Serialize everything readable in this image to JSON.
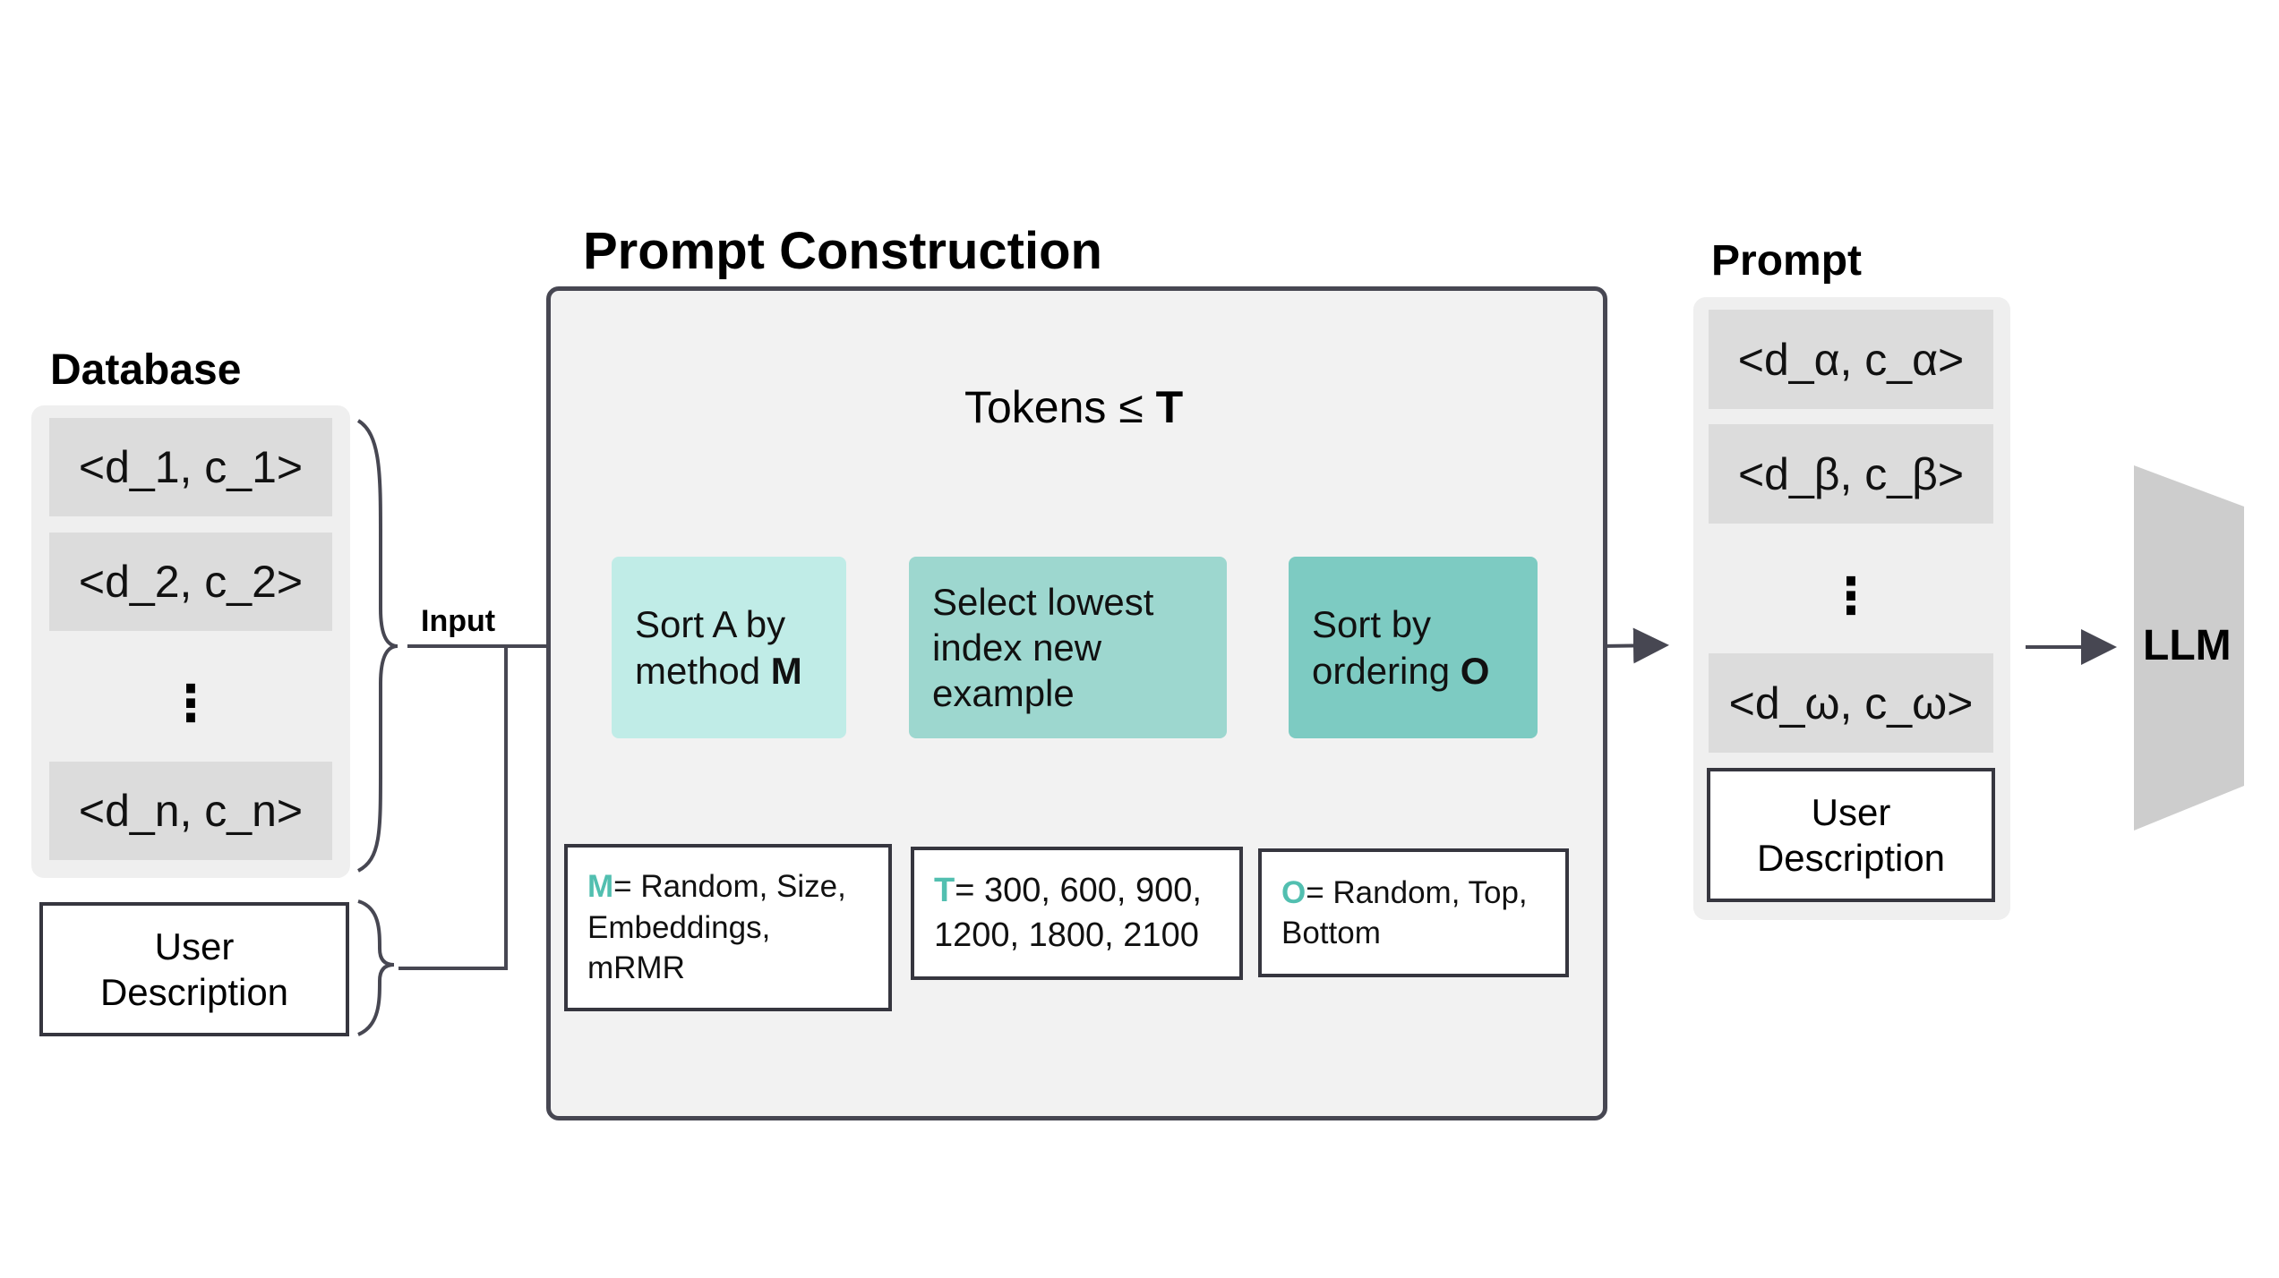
{
  "colors": {
    "sort_a": "#c0ece7",
    "select": "#9dd7cf",
    "sort_o": "#7dcbc2",
    "accent": "#52bfb0",
    "stroke": "#474752"
  },
  "database": {
    "title": "Database",
    "entries": [
      "<d_1, c_1>",
      "<d_2, c_2>",
      "<d_n, c_n>"
    ],
    "ellipsis": "⋮",
    "user_description": [
      "User",
      "Description"
    ]
  },
  "input_label": "Input",
  "prompt_construction": {
    "title": "Prompt Construction",
    "loop_label": "Tokens ≤ ",
    "loop_symbol": "T",
    "steps": [
      {
        "lines": [
          "Sort A by",
          "method "
        ],
        "symbol": "M"
      },
      {
        "lines": [
          "Select lowest",
          "index new",
          "example"
        ]
      },
      {
        "lines": [
          "Sort by",
          "ordering "
        ],
        "symbol": "O"
      }
    ],
    "params": [
      {
        "symbol": "M",
        "lines": [
          "= Random, Size,",
          "Embeddings,",
          "mRMR"
        ]
      },
      {
        "symbol": "T",
        "lines": [
          "= 300, 600, 900,",
          "1200, 1800, 2100"
        ]
      },
      {
        "symbol": "O",
        "lines": [
          "= Random, Top,",
          "Bottom"
        ]
      }
    ]
  },
  "prompt": {
    "title": "Prompt",
    "entries": [
      "<d_α, c_α>",
      "<d_β, c_β>",
      "<d_ω, c_ω>"
    ],
    "ellipsis": "⋮",
    "user_description": [
      "User",
      "Description"
    ]
  },
  "llm": {
    "label": "LLM"
  }
}
